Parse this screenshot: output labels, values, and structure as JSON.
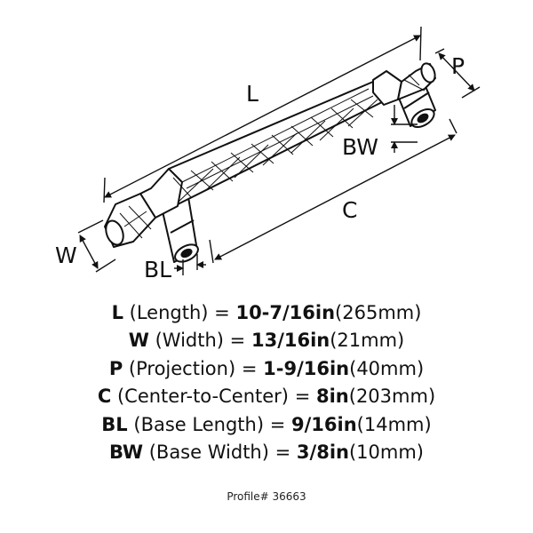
{
  "dimension_labels": {
    "L": "L",
    "P": "P",
    "BW": "BW",
    "C": "C",
    "W": "W",
    "BL": "BL"
  },
  "specs": [
    {
      "abbr": "L",
      "name": "(Length)",
      "eq": "=",
      "imperial": "10-7/16in",
      "metric": "(265mm)"
    },
    {
      "abbr": "W",
      "name": "(Width)",
      "eq": "=",
      "imperial": "13/16in",
      "metric": "(21mm)"
    },
    {
      "abbr": "P",
      "name": "(Projection)",
      "eq": "=",
      "imperial": "1-9/16in",
      "metric": "(40mm)"
    },
    {
      "abbr": "C",
      "name": "(Center-to-Center)",
      "eq": "=",
      "imperial": "8in",
      "metric": "(203mm)"
    },
    {
      "abbr": "BL",
      "name": "(Base Length)",
      "eq": "=",
      "imperial": "9/16in",
      "metric": "(14mm)"
    },
    {
      "abbr": "BW",
      "name": "(Base Width)",
      "eq": "=",
      "imperial": "3/8in",
      "metric": "(10mm)"
    }
  ],
  "profile": "Profile# 36663",
  "colors": {
    "ink": "#111111",
    "background": "#ffffff"
  }
}
